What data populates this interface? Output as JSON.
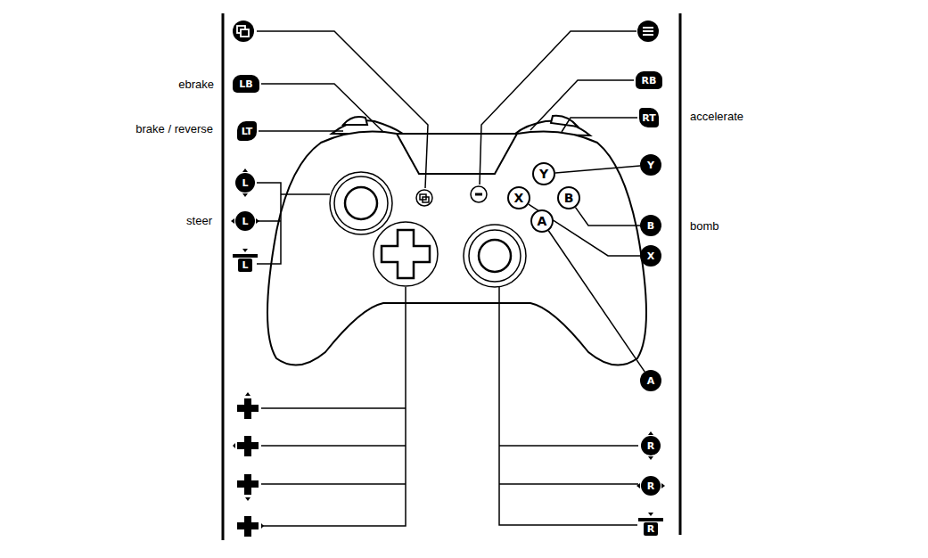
{
  "diagram": {
    "nodes": [
      {
        "text": [
          "LB"
        ]
      },
      {
        "text": [
          "LT"
        ]
      },
      {
        "text": [
          "L"
        ]
      },
      {
        "text": [
          "L"
        ]
      },
      {
        "text": [
          "L"
        ]
      },
      {
        "text": [
          "RB"
        ]
      },
      {
        "text": [
          "RT"
        ]
      },
      {
        "text": [
          "Y"
        ]
      },
      {
        "text": [
          "B"
        ]
      },
      {
        "text": [
          "X"
        ]
      },
      {
        "text": [
          "A"
        ]
      },
      {
        "text": [
          "R"
        ]
      },
      {
        "text": [
          "R"
        ]
      },
      {
        "text": [
          "R"
        ]
      },
      {
        "text": [
          "Y"
        ]
      },
      {
        "text": [
          "X"
        ]
      },
      {
        "text": [
          "B"
        ]
      },
      {
        "text": [
          "A"
        ]
      }
    ],
    "edges": [
      {
        "from": 14,
        "to": 7,
        "arrow": "none"
      },
      {
        "from": 16,
        "to": 8,
        "arrow": "none"
      },
      {
        "from": 15,
        "to": 9,
        "arrow": "none"
      },
      {
        "from": 17,
        "to": 10,
        "arrow": "none"
      }
    ],
    "labels": [
      "ebrake",
      "brake / reverse",
      "steer",
      "accelerate",
      "bomb"
    ]
  }
}
